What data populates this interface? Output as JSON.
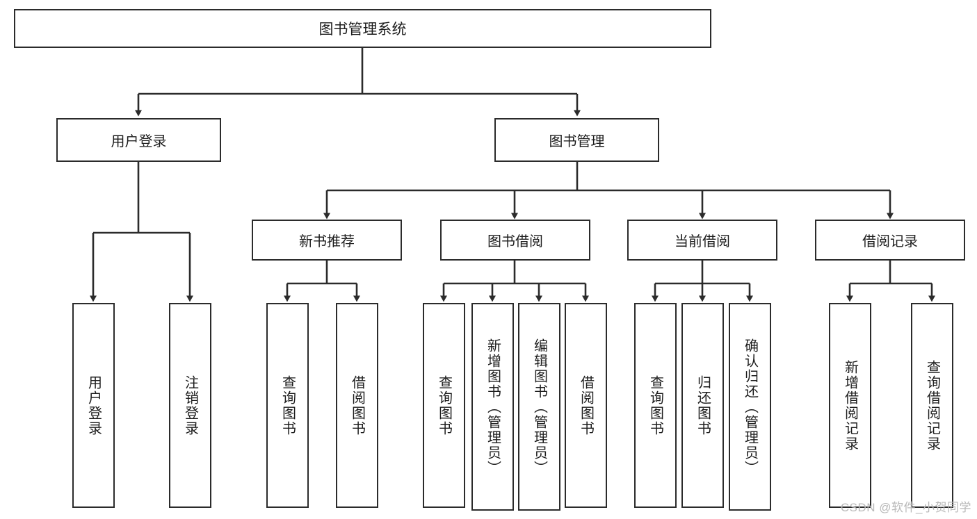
{
  "diagram": {
    "title": "图书管理系统",
    "type": "hierarchy-tree",
    "stroke_color": "#2b2b2b",
    "background_color": "#ffffff",
    "root": {
      "label": "图书管理系统"
    },
    "level1": [
      {
        "label": "用户登录"
      },
      {
        "label": "图书管理"
      }
    ],
    "level2": [
      {
        "label": "新书推荐"
      },
      {
        "label": "图书借阅"
      },
      {
        "label": "当前借阅"
      },
      {
        "label": "借阅记录"
      }
    ],
    "leaves": {
      "user_login": [
        {
          "label": "用户登录"
        },
        {
          "label": "注销登录"
        }
      ],
      "new_book_recommend": [
        {
          "label": "查询图书"
        },
        {
          "label": "借阅图书"
        }
      ],
      "book_borrow": [
        {
          "label": "查询图书"
        },
        {
          "label": "新增图书（管理员）"
        },
        {
          "label": "编辑图书（管理员）"
        },
        {
          "label": "借阅图书"
        }
      ],
      "current_borrow": [
        {
          "label": "查询图书"
        },
        {
          "label": "归还图书"
        },
        {
          "label": "确认归还（管理员）"
        }
      ],
      "borrow_record": [
        {
          "label": "新增借阅记录"
        },
        {
          "label": "查询借阅记录"
        }
      ]
    }
  },
  "watermark": {
    "text": "CSDN @软件_小贺同学"
  }
}
